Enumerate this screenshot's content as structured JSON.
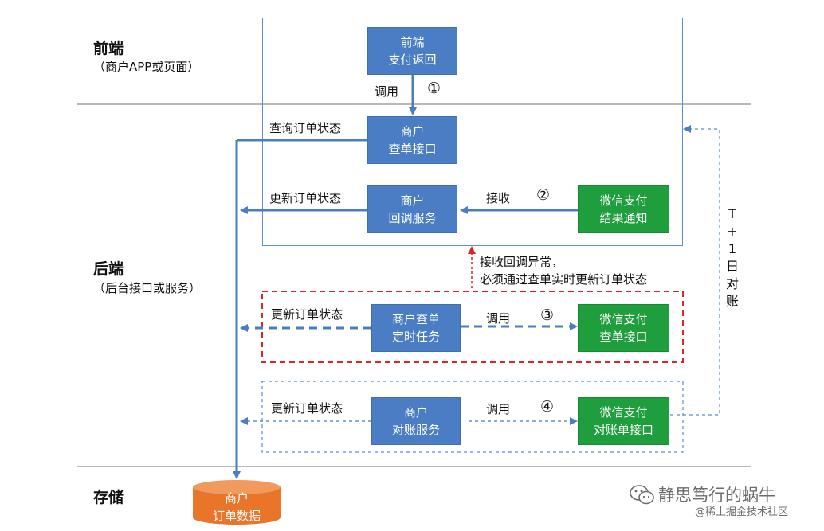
{
  "sections": {
    "frontend": {
      "title": "前端",
      "subtitle": "（商户APP或页面）"
    },
    "backend": {
      "title": "后端",
      "subtitle": "（后台接口或服务）"
    },
    "storage": {
      "title": "存储"
    }
  },
  "nodes": {
    "frontend_return": [
      "前端",
      "支付返回"
    ],
    "merchant_query": [
      "商户",
      "查单接口"
    ],
    "merchant_callback": [
      "商户",
      "回调服务"
    ],
    "wechat_notify": [
      "微信支付",
      "结果通知"
    ],
    "merchant_timer": [
      "商户查单",
      "定时任务"
    ],
    "wechat_query": [
      "微信支付",
      "查单接口"
    ],
    "merchant_reconcile": [
      "商户",
      "对账服务"
    ],
    "wechat_reconcile": [
      "微信支付",
      "对账单接口"
    ],
    "order_db": [
      "商户",
      "订单数据"
    ]
  },
  "labels": {
    "call1": "调用",
    "step1": "①",
    "query_status": "查询订单状态",
    "update_status_2": "更新订单状态",
    "receive": "接收",
    "step2": "②",
    "exception_note_1": "接收回调异常，",
    "exception_note_2": "必须通过查单实时更新订单状态",
    "update_status_3": "更新订单状态",
    "call3": "调用",
    "step3": "③",
    "update_status_4": "更新订单状态",
    "call4": "调用",
    "step4": "④",
    "t_plus_1": [
      "T",
      "+",
      "1",
      "日",
      "对",
      "账"
    ]
  },
  "watermark": {
    "account": "静思笃行的蜗牛",
    "site": "@稀土掘金技术社区"
  },
  "colors": {
    "blue_box": "#4a7dc3",
    "green_box": "#1e9e3c",
    "orange_db": "#e8752a",
    "arrow_blue": "#4a7dc3",
    "dashed_red": "#d9262c",
    "panel_border": "#5b8ed0"
  }
}
